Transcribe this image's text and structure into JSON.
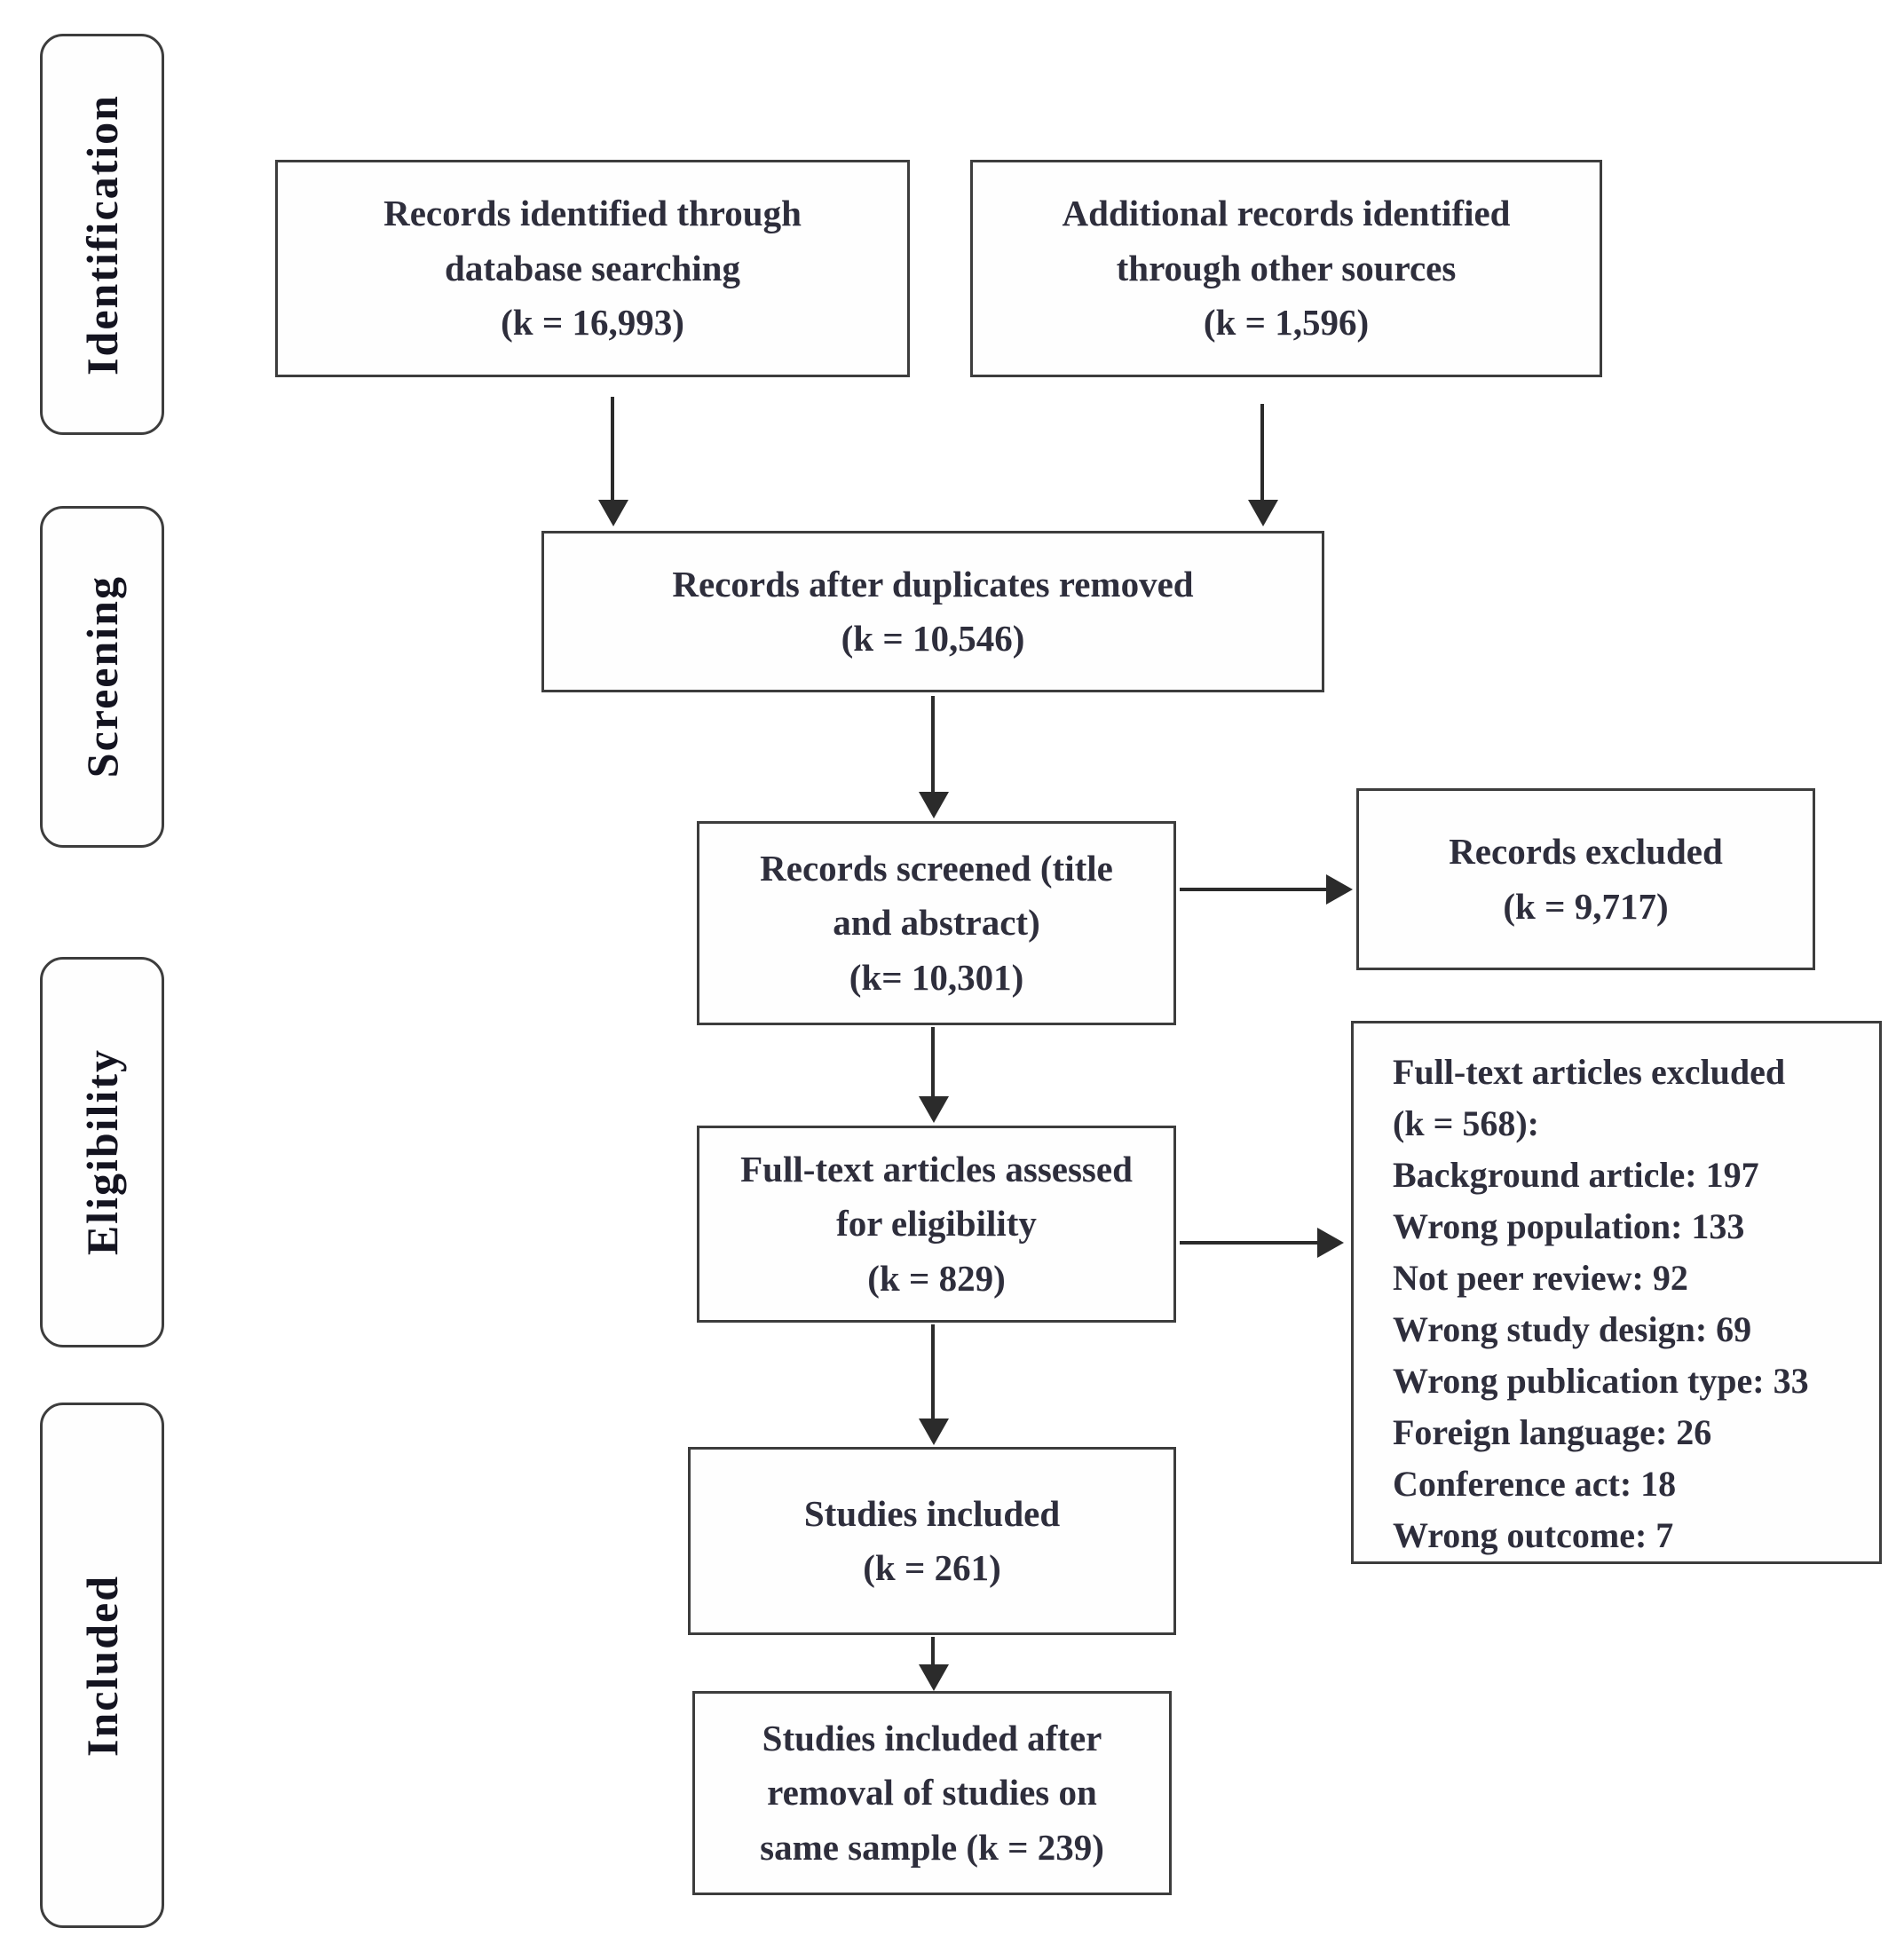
{
  "stages": [
    {
      "label": "Identification"
    },
    {
      "label": "Screening"
    },
    {
      "label": "Eligibility"
    },
    {
      "label": "Included"
    }
  ],
  "boxes": {
    "records_identified": {
      "lines": [
        "Records identified through",
        "database searching",
        "(k = 16,993)"
      ]
    },
    "additional_records": {
      "lines": [
        "Additional records identified",
        "through other sources",
        "(k = 1,596)"
      ]
    },
    "duplicates_removed": {
      "lines": [
        "Records after duplicates removed",
        "(k = 10,546)"
      ]
    },
    "records_screened": {
      "lines": [
        "Records screened (title",
        "and abstract)",
        "(k= 10,301)"
      ]
    },
    "records_excluded": {
      "lines": [
        "Records excluded",
        "(k = 9,717)"
      ]
    },
    "fulltext_assessed": {
      "lines": [
        "Full-text articles assessed",
        "for eligibility",
        "(k = 829)"
      ]
    },
    "fulltext_excluded": {
      "title": "Full-text articles excluded",
      "subtitle": "(k = 568):",
      "reasons": [
        "Background article: 197",
        "Wrong population: 133",
        "Not peer review: 92",
        "Wrong study design: 69",
        "Wrong publication type: 33",
        "Foreign language: 26",
        "Conference act: 18",
        "Wrong outcome: 7"
      ]
    },
    "studies_included": {
      "lines": [
        "Studies included",
        "(k = 261)"
      ]
    },
    "studies_final": {
      "lines": [
        "Studies included after",
        "removal of studies on",
        "same sample (k = 239)"
      ]
    }
  },
  "colors": {
    "background": "#ffffff",
    "box_background": "#fefefe",
    "border": "#3d3d3d",
    "text": "#2e2e3c",
    "arrow": "#2b2b2b"
  }
}
